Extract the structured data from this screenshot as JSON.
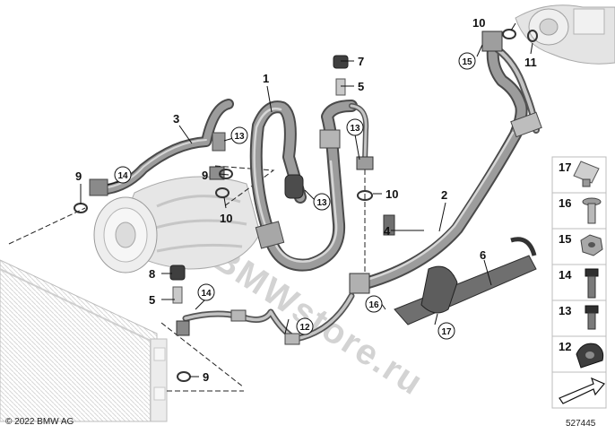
{
  "parts": {
    "p1": "1",
    "p2": "2",
    "p3": "3",
    "p4": "4",
    "p5": "5",
    "p6": "6",
    "p7": "7",
    "p8": "8",
    "p9": "9",
    "p10": "10",
    "p11": "11",
    "p12": "12",
    "p13": "13",
    "p14": "14",
    "p15": "15",
    "p16": "16",
    "p17": "17"
  },
  "legend": [
    "17",
    "16",
    "15",
    "14",
    "13",
    "12"
  ],
  "footer": {
    "copyright": "© 2022 BMW AG",
    "diagram_number": "527445"
  },
  "watermark": "www.BMWstore.ru"
}
